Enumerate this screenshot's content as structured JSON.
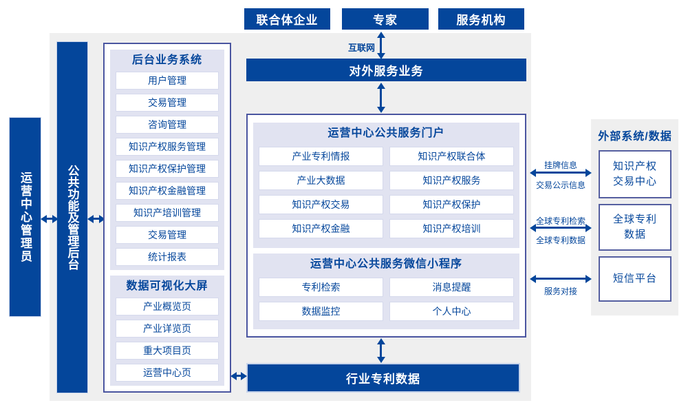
{
  "colors": {
    "navy": "#04469B",
    "panel_lavender": "#E1E3F1",
    "background_gray": "#EFEFEF",
    "container_border": "#4A55A0"
  },
  "top_actors": {
    "consortium": "联合体企业",
    "expert": "专家",
    "service_org": "服务机构"
  },
  "internet_label": "互联网",
  "external_service_bar": "对外服务业务",
  "admin_box": "运营中心管理员",
  "public_func_bar": "公共功能及管理后台",
  "backend": {
    "title": "后台业务系统",
    "items": [
      "用户管理",
      "交易管理",
      "咨询管理",
      "知识产权服务管理",
      "知识产权保护管理",
      "知识产权金融管理",
      "知识产培训管理",
      "交易管理",
      "统计报表"
    ]
  },
  "dataviz": {
    "title": "数据可视化大屏",
    "items": [
      "产业概览页",
      "产业详览页",
      "重大项目页",
      "运营中心页"
    ]
  },
  "portal": {
    "title": "运营中心公共服务门户",
    "items": [
      "产业专利情报",
      "知识产权联合体",
      "产业大数据",
      "知识产权服务",
      "知识产权交易",
      "知识产权保护",
      "知识产权金融",
      "知识产权培训"
    ]
  },
  "miniprogram": {
    "title": "运营中心公共服务微信小程序",
    "items": [
      "专利检索",
      "消息提醒",
      "数据监控",
      "个人中心"
    ]
  },
  "industry_patent_bar": "行业专利数据",
  "external": {
    "title": "外部系统/数据",
    "boxes": [
      "知识产权\n交易中心",
      "全球专利\n数据",
      "短信平台"
    ]
  },
  "link_labels": {
    "listing_info": "挂牌信息",
    "trade_public_info": "交易公示信息",
    "global_patent_search": "全球专利检索",
    "global_patent_data": "全球专利数据",
    "service_connect": "服务对接"
  }
}
